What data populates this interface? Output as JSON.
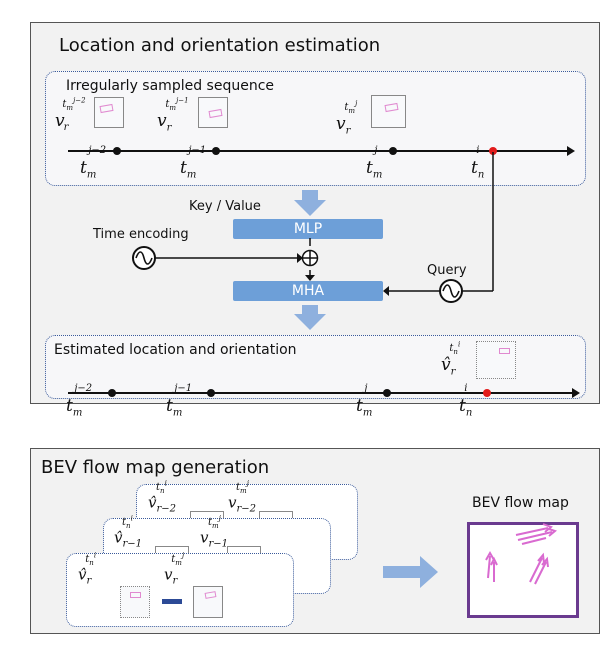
{
  "top_panel": {
    "title": "Location and orientation estimation",
    "sampled_title": "Irregularly sampled sequence",
    "key_value_label": "Key / Value",
    "time_encoding_label": "Time encoding",
    "query_label": "Query",
    "mlp_label": "MLP",
    "mha_label": "MHA",
    "estimated_title": "Estimated location and orientation"
  },
  "bottom_panel": {
    "title": "BEV flow map generation",
    "bev_map_label": "BEV flow map"
  },
  "colors": {
    "block": "#6d9fd8",
    "arrow": "#8eb0de",
    "box_pink": "#e08ad0",
    "red_dot": "#e21b1b",
    "map_border": "#6a3a8f"
  },
  "icons": [
    "sine-wave-icon",
    "circle-plus-icon",
    "block-arrow-icon"
  ]
}
